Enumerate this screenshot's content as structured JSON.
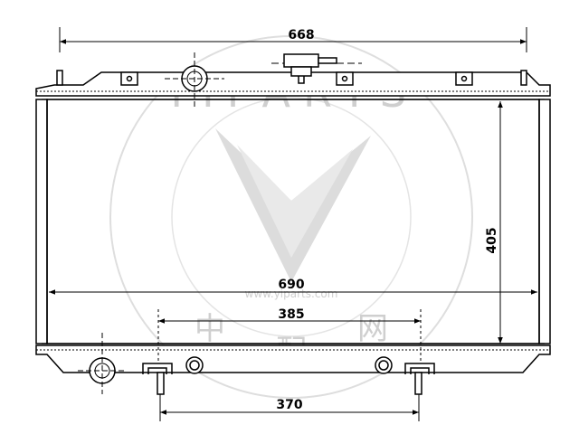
{
  "diagram": {
    "subject": "radiator",
    "dimensions": {
      "top_width": "668",
      "core_width": "690",
      "core_height": "405",
      "lower_span": "385",
      "bottom_span": "370"
    }
  },
  "watermark": {
    "brand": "YIPARTS",
    "url": "www.yiparts.com",
    "cjk": [
      "中",
      "配",
      "网"
    ]
  },
  "colors": {
    "line": "#000000",
    "watermark": "#cfcfcf",
    "background": "#ffffff"
  }
}
